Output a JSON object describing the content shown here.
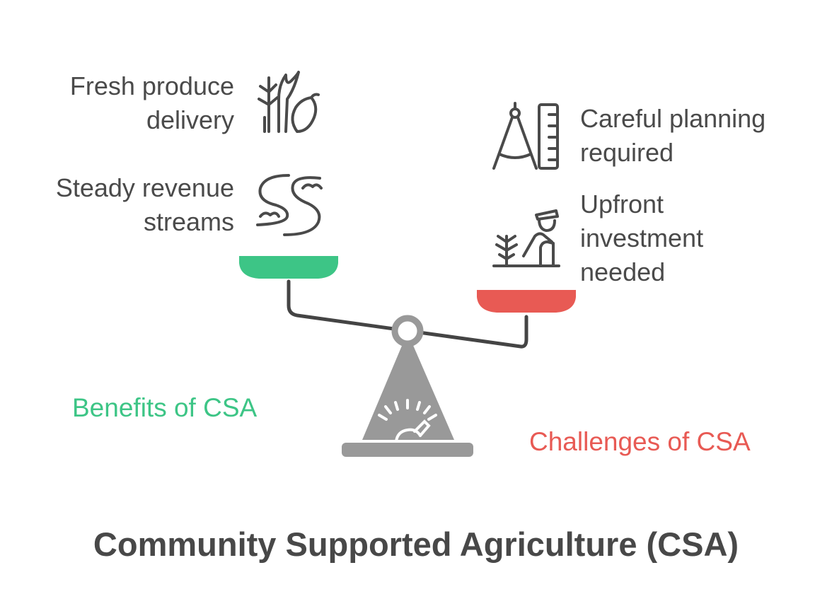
{
  "title": "Community Supported Agriculture (CSA)",
  "benefits": {
    "label": "Benefits of CSA",
    "color": "#3dc586",
    "items": [
      {
        "text": "Fresh produce\ndelivery",
        "icon": "plants-and-produce-icon"
      },
      {
        "text": "Steady revenue\nstreams",
        "icon": "winding-river-icon"
      }
    ]
  },
  "challenges": {
    "label": "Challenges of CSA",
    "color": "#e85a54",
    "items": [
      {
        "text": "Careful planning\nrequired",
        "icon": "compass-and-ruler-icon"
      },
      {
        "text": "Upfront\ninvestment\nneeded",
        "icon": "farmer-planting-icon"
      }
    ]
  },
  "scale_color": "#999999"
}
